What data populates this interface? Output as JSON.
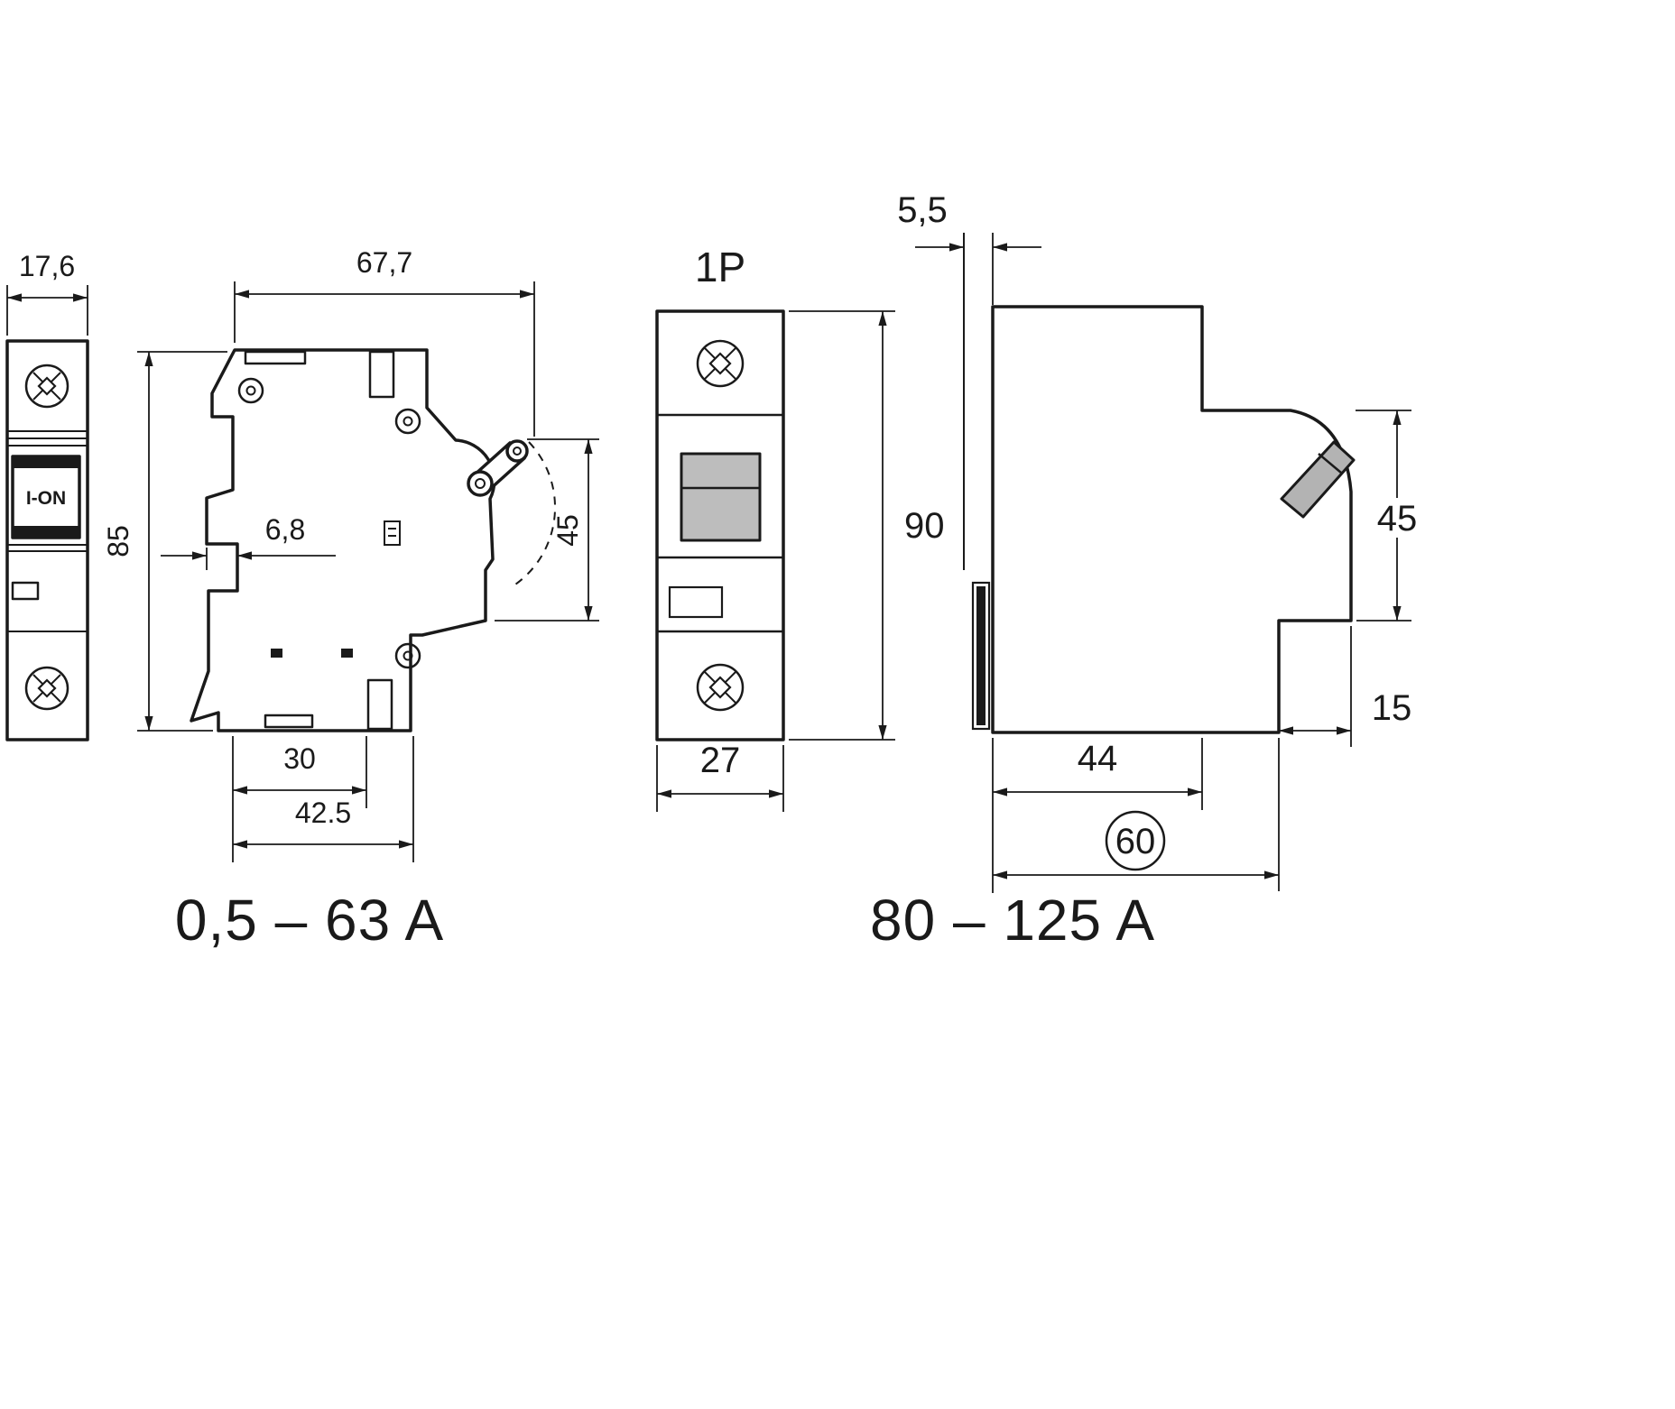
{
  "figure": {
    "left_group": {
      "caption": "0,5 – 63 A",
      "front_view": {
        "width_dim": "17,6",
        "toggle_label": "I-ON"
      },
      "side_view": {
        "depth_dim": "67,7",
        "height_dim": "85",
        "rail_offset_dim": "6,8",
        "lever_zone_dim": "45",
        "din_center_dim": "30",
        "base_depth_dim": "42.5"
      }
    },
    "right_group": {
      "caption": "80 – 125 A",
      "front_view": {
        "pole_label": "1P",
        "height_dim": "90",
        "width_dim": "27"
      },
      "side_view": {
        "rail_offset_dim": "5,5",
        "lever_zone_dim": "45",
        "front_step_dim": "15",
        "base_depth_dim": "44",
        "total_depth_dim": "60"
      }
    }
  }
}
